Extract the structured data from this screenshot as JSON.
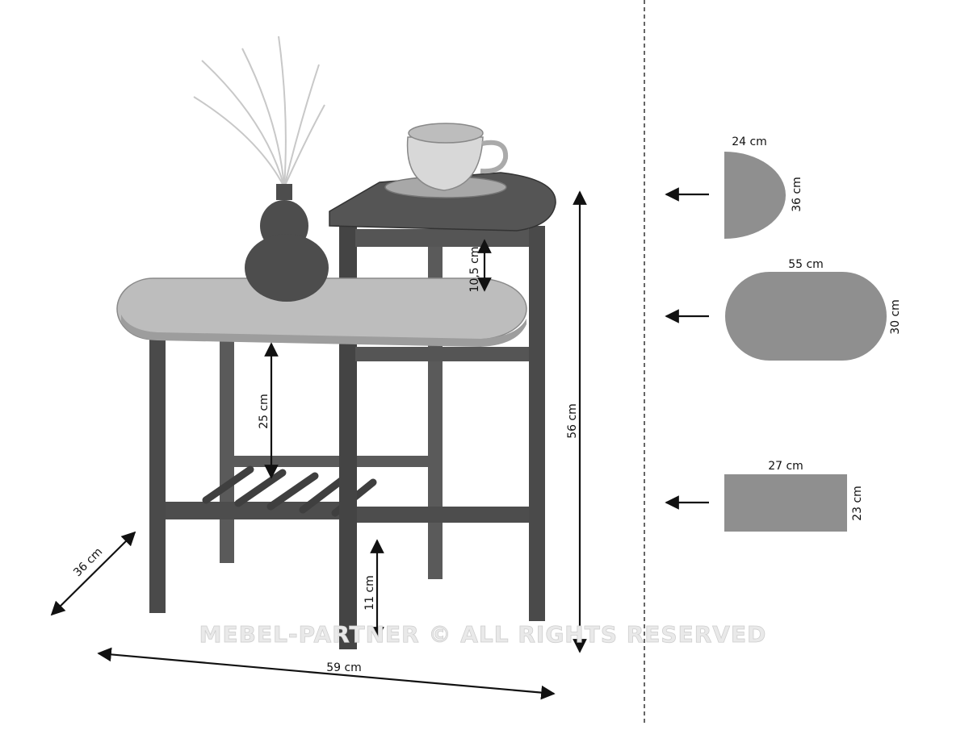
{
  "dimensions": {
    "total_height": "56 cm",
    "total_width": "59 cm",
    "depth": "36 cm",
    "gap_top_to_middle": "10,5 cm",
    "gap_middle_to_shelf": "25 cm",
    "floor_clearance": "11 cm"
  },
  "tops": [
    {
      "name": "half-round top",
      "width_label": "24 cm",
      "height_label": "36 cm"
    },
    {
      "name": "oval top",
      "width_label": "55 cm",
      "height_label": "30 cm"
    },
    {
      "name": "rack shelf",
      "width_label": "27 cm",
      "height_label": "23 cm"
    }
  ],
  "watermark": "MEBEL-PARTNER © ALL RIGHTS RESERVED",
  "colors": {
    "shape_fill": "#8f8f8f",
    "wood_light": "#bdbdbd",
    "wood_dark": "#555555",
    "leg": "#4a4a4a",
    "line": "#111111"
  }
}
